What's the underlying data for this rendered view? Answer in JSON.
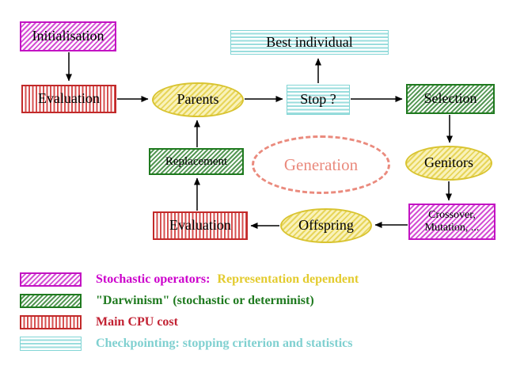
{
  "nodes": {
    "initialisation": {
      "label": "Initialisation"
    },
    "evaluation_top": {
      "label": "Evaluation"
    },
    "parents": {
      "label": "Parents"
    },
    "best_individual": {
      "label": "Best individual"
    },
    "stop": {
      "label": "Stop ?"
    },
    "selection": {
      "label": "Selection"
    },
    "genitors": {
      "label": "Genitors"
    },
    "crossover_mutation": {
      "line1": "Crossover,",
      "line2": "Mutation, ..."
    },
    "offspring": {
      "label": "Offspring"
    },
    "evaluation_bottom": {
      "label": "Evaluation"
    },
    "replacement": {
      "label": "Replacement"
    },
    "generation": {
      "label": "Generation"
    }
  },
  "edges": [
    {
      "from": "initialisation",
      "to": "evaluation_top"
    },
    {
      "from": "evaluation_top",
      "to": "parents"
    },
    {
      "from": "parents",
      "to": "stop"
    },
    {
      "from": "stop",
      "to": "best_individual"
    },
    {
      "from": "stop",
      "to": "selection"
    },
    {
      "from": "selection",
      "to": "genitors"
    },
    {
      "from": "genitors",
      "to": "crossover_mutation"
    },
    {
      "from": "crossover_mutation",
      "to": "offspring"
    },
    {
      "from": "offspring",
      "to": "evaluation_bottom"
    },
    {
      "from": "evaluation_bottom",
      "to": "replacement"
    },
    {
      "from": "replacement",
      "to": "parents"
    }
  ],
  "legend": {
    "stochastic": {
      "label": "Stochastic operators:",
      "label2": "Representation dependent"
    },
    "darwinism": {
      "label": "\"Darwinism\" (stochastic or determinist)"
    },
    "cpu": {
      "label": "Main CPU cost"
    },
    "checkpointing": {
      "label": "Checkpointing: stopping criterion and statistics"
    }
  },
  "colors": {
    "stochastic_magenta": "#cc00cc",
    "darwinism_green": "#1f7a1f",
    "cpu_red": "#c22233",
    "checkpoint_cyan": "#7fd0d0",
    "operator_yellow": "#e3cb2e",
    "generation_salmon": "#ea8a7d",
    "arrow_black": "#000000"
  }
}
